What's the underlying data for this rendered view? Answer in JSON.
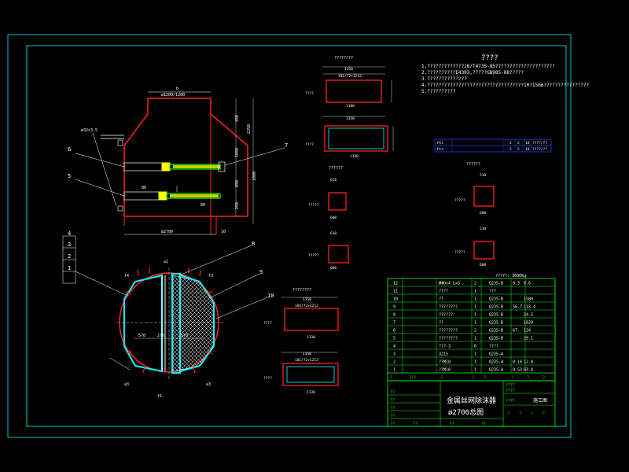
{
  "colors": {
    "frame": "#00c8c8",
    "outline": "#ff2020",
    "green": "#00ff00",
    "yellow": "#ffff00",
    "cyan": "#00ffff",
    "blue": "#1e3cff",
    "white": "#ffffff"
  },
  "notes": {
    "heading": "????",
    "lines": [
      "1.?????????????JB/T4735-85?????????????????????",
      "2.??????????E4303,?????GB985-88?????",
      "3.??????????????",
      "4.??????????????????????????????????10?15mm????????????????",
      "5.??????????"
    ]
  },
  "front_view": {
    "top_dim": "b",
    "top_dia": "ø1200/1200",
    "left_note": "ø32x3.5",
    "bottom_dim": "ø2700",
    "bottom_right_dim": "10",
    "right_dims": [
      "450",
      "1050",
      "850",
      "250",
      "1000",
      "2350"
    ],
    "callouts": [
      "6",
      "5",
      "7"
    ],
    "inner_dims": [
      "80",
      "80"
    ]
  },
  "plan_view": {
    "left_callouts": [
      "4",
      "3",
      "2",
      "1"
    ],
    "right_callouts": [
      "8",
      "9",
      "10"
    ],
    "labels": {
      "top": "a1",
      "left": "f4",
      "right": "f3",
      "bottom": "f1",
      "bottom_left": "a3",
      "bottom_right": "a3"
    },
    "dims": [
      "570",
      "270",
      "570"
    ]
  },
  "details": [
    {
      "title": "????????",
      "dims": [
        "1350",
        "101/72+1212",
        "1180"
      ],
      "label": "????"
    },
    {
      "title": "",
      "dims": [
        "1350",
        "1130"
      ],
      "label": "????"
    },
    {
      "title": "??????",
      "dims": [
        "610",
        "600"
      ],
      "label": "?????"
    },
    {
      "title": "",
      "dims": [
        "610",
        "600"
      ],
      "label": "?????"
    },
    {
      "title": "????????",
      "dims": [
        "1350",
        "101/72+1212",
        "1130"
      ],
      "label": "????"
    },
    {
      "title": "",
      "dims": [
        "1350",
        "101/72+1212",
        "1130"
      ],
      "label": "????"
    },
    {
      "title": "??????",
      "dims": [
        "510",
        "600"
      ],
      "label": "?????"
    },
    {
      "title": "",
      "dims": [
        "510",
        "600"
      ],
      "label": "?????"
    }
  ],
  "nozzle_table": {
    "rows": [
      [
        "Pcs",
        "",
        "2",
        "2",
        "10",
        "????/??"
      ],
      [
        "Pcs",
        "",
        "2",
        "2",
        "10",
        "????/??"
      ]
    ]
  },
  "bom": {
    "header_note": "?????: 3600kg",
    "rows": [
      [
        "12",
        "??",
        "Ø40x4 L=5",
        "2",
        "Q235-B",
        "0.3",
        "0.6"
      ],
      [
        "11",
        "",
        "????",
        "1",
        "???",
        "",
        ""
      ],
      [
        "10",
        "",
        "??",
        "1",
        "Q235-B",
        "",
        "1580"
      ],
      [
        "9",
        "",
        "????????",
        "1",
        "Q235-B",
        "56.7",
        "113.4"
      ],
      [
        "8",
        "",
        "??????",
        "1",
        "Q235-B",
        "",
        "34.5"
      ],
      [
        "7",
        "",
        "??",
        "1",
        "Q235-B",
        "",
        "1020"
      ],
      [
        "6",
        "",
        "????????",
        "2",
        "Q235-B",
        "67",
        "134"
      ],
      [
        "5",
        "",
        "????????",
        "1",
        "Q235-B",
        "",
        "29.1"
      ],
      [
        "4",
        "",
        "???-3",
        "6",
        "????",
        "",
        ""
      ],
      [
        "3",
        "",
        "3215",
        "1",
        "Q235-A",
        "",
        ""
      ],
      [
        "2",
        "",
        "??M18",
        "1",
        "Q235-A",
        "0.16",
        "12.8"
      ],
      [
        "1",
        "",
        "??M18",
        "1",
        "Q235-A",
        "0.53",
        "63.8"
      ]
    ],
    "footer_headers": [
      "?",
      "???",
      "?",
      "?",
      "?",
      "?",
      "?",
      "?"
    ]
  },
  "title_block": {
    "name": "金属丝网除沫器",
    "sub": "ø2700总图",
    "left_labels": [
      "??",
      "??",
      "??",
      "??",
      "??",
      "??"
    ],
    "right_top": "????",
    "right_mid": "????",
    "stage": "施工图",
    "stage_label": "????",
    "sheet": [
      "?",
      "?",
      "?",
      "?"
    ],
    "bottom": [
      "??",
      "??"
    ]
  }
}
